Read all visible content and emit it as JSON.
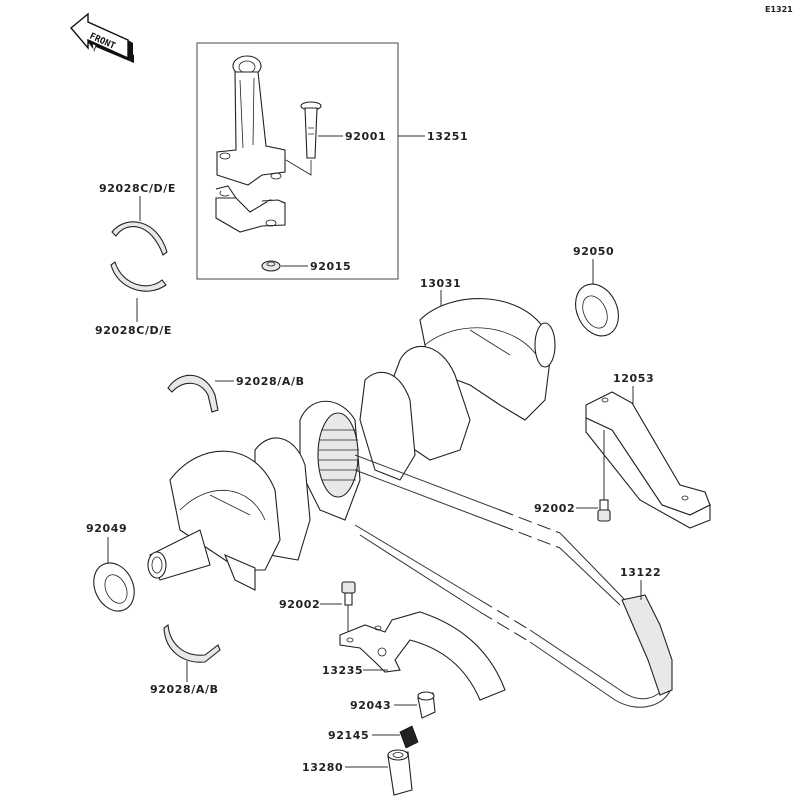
{
  "diagram": {
    "ref_code": "E1321",
    "front_arrow_text": "FRONT",
    "labels": {
      "conrod_assy": "13251",
      "conrod_bolt": "92001",
      "conrod_nut": "92015",
      "conrod_bearing_upper": "92028C/D/E",
      "conrod_bearing_lower": "92028C/D/E",
      "crankshaft": "13031",
      "oil_seal_right": "92050",
      "main_bearing_upper": "92028/A/B",
      "chain_guide": "12053",
      "guide_bolt": "92002",
      "oil_seal_left": "92049",
      "timing_chain": "13122",
      "tensioner_bolt": "92002",
      "main_bearing_lower": "92028/A/B",
      "chain_tensioner_guide": "13235",
      "tensioner_plunger": "92043",
      "tensioner_spring": "92145",
      "tensioner_body": "13280"
    }
  }
}
